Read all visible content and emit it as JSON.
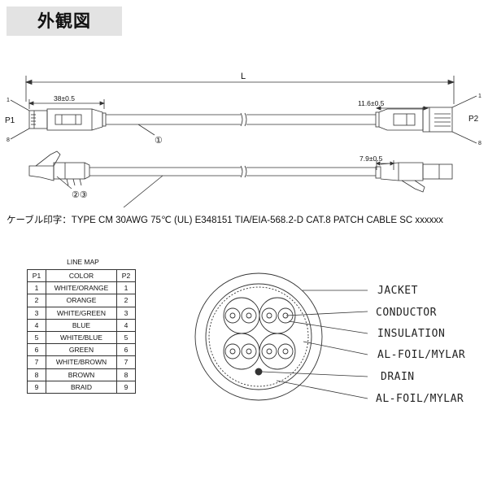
{
  "header": {
    "title": "外観図"
  },
  "drawing": {
    "length_label": "L",
    "dim_boot_left": "38±0.5",
    "dim_right_top": "11.6±0.5",
    "dim_right_bottom": "7.9±0.5",
    "pin_p1": "P1",
    "pin_p2": "P2",
    "pin1_left": "1",
    "pin8_left": "8",
    "pin1_right": "1",
    "pin8_right": "8",
    "callout_cable": "①",
    "callout_plug": "②③"
  },
  "cable_print": "ケーブル印字：TYPE CM 30AWG 75℃ (UL) E348151 TIA/EIA-568.2-D CAT.8 PATCH CABLE SC xxxxxx",
  "line_map": {
    "title": "LINE MAP",
    "headers": [
      "P1",
      "COLOR",
      "P2"
    ],
    "rows": [
      [
        "1",
        "WHITE/ORANGE",
        "1"
      ],
      [
        "2",
        "ORANGE",
        "2"
      ],
      [
        "3",
        "WHITE/GREEN",
        "3"
      ],
      [
        "4",
        "BLUE",
        "4"
      ],
      [
        "5",
        "WHITE/BLUE",
        "5"
      ],
      [
        "6",
        "GREEN",
        "6"
      ],
      [
        "7",
        "WHITE/BROWN",
        "7"
      ],
      [
        "8",
        "BROWN",
        "8"
      ],
      [
        "9",
        "BRAID",
        "9"
      ]
    ]
  },
  "cross_section_labels": {
    "jacket": "JACKET",
    "conductor": "CONDUCTOR",
    "insulation": "INSULATION",
    "al_foil_1": "AL-FOIL/MYLAR",
    "drain": "DRAIN",
    "al_foil_2": "AL-FOIL/MYLAR"
  }
}
